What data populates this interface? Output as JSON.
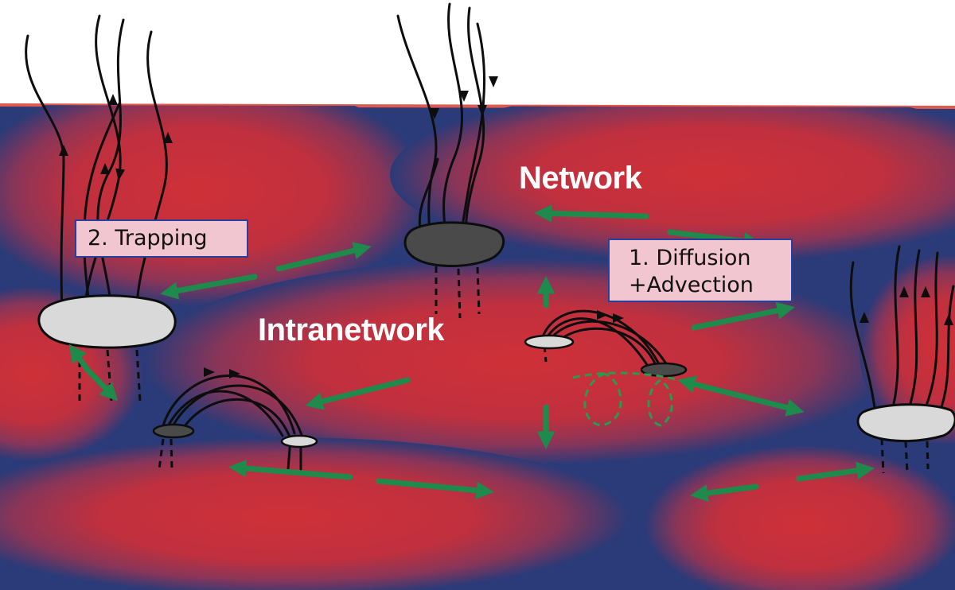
{
  "labels": {
    "network": "Network",
    "intranetwork": "Intranetwork",
    "trapping": "2. Trapping",
    "diffusion_line1": "1. Diffusion",
    "diffusion_line2": "+Advection"
  },
  "colors": {
    "background_blue": "#2b3a78",
    "cell_red": "#cf3038",
    "flow_arrow_green": "#1e8a4c",
    "label_box_fill": "#f2c6d0",
    "label_box_border": "#2b3f9a",
    "field_line": "#0d0d0d",
    "flux_light": "#d9d9d9",
    "flux_dark": "#4a4a4a"
  },
  "icons": {
    "field_lines": "magnetic-field-line-icon",
    "flux_patch": "magnetic-flux-patch-icon",
    "flow_arrow": "flow-arrow-icon"
  }
}
